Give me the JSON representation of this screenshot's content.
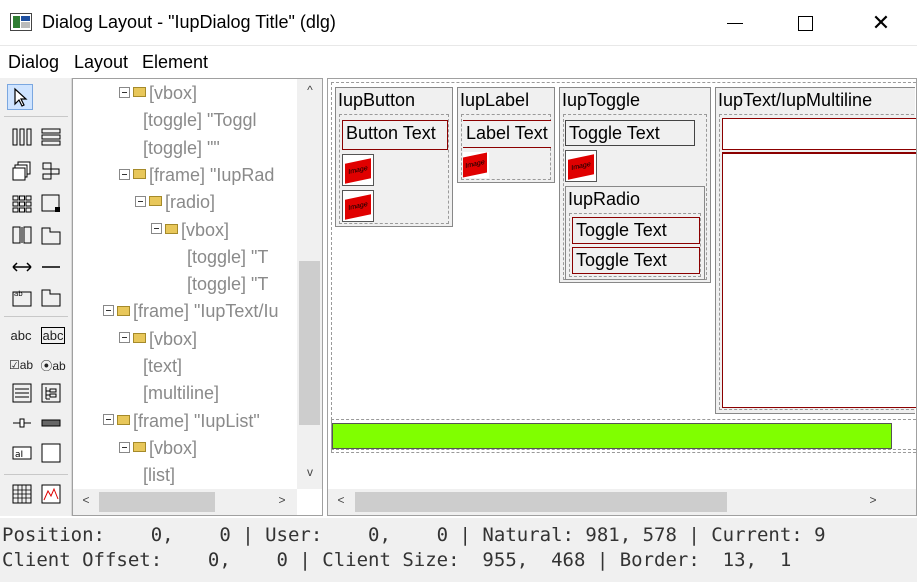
{
  "window": {
    "title": "Dialog Layout - \"IupDialog Title\" (dlg)",
    "close_glyph": "✕"
  },
  "menu": [
    "Dialog",
    "Layout",
    "Element"
  ],
  "toolbox_labels": {
    "text_abc": "abc",
    "text_abc_boxed": "abc",
    "check_ab": "☑ab",
    "radio_ab": "⦿ab",
    "label_a": "aI"
  },
  "tree": {
    "nodes": [
      {
        "label": "[vbox]",
        "expand": true
      },
      {
        "label": "[toggle] \"Toggl",
        "expand": false
      },
      {
        "label": "[toggle] \"\"",
        "expand": false
      },
      {
        "label": "[frame] \"IupRad",
        "expand": true
      },
      {
        "label": "[radio]",
        "expand": true
      },
      {
        "label": "[vbox]",
        "expand": true
      },
      {
        "label": "[toggle] \"T",
        "expand": false
      },
      {
        "label": "[toggle] \"T",
        "expand": false
      },
      {
        "label": "[frame] \"IupText/Iu",
        "expand": true
      },
      {
        "label": "[vbox]",
        "expand": true
      },
      {
        "label": "[text]",
        "expand": false
      },
      {
        "label": "[multiline]",
        "expand": false
      },
      {
        "label": "[frame] \"IupList\"",
        "expand": true
      },
      {
        "label": "[vbox]",
        "expand": true
      },
      {
        "label": "[list]",
        "expand": false
      }
    ]
  },
  "canvas": {
    "frames": {
      "button": {
        "title": "IupButton",
        "button_text": "Button Text"
      },
      "label": {
        "title": "IupLabel",
        "label_text": "Label Text"
      },
      "toggle": {
        "title": "IupToggle",
        "toggle_text": "Toggle Text"
      },
      "radio": {
        "title": "IupRadio",
        "toggle1": "Toggle Text",
        "toggle2": "Toggle Text"
      },
      "text": {
        "title": "IupText/IupMultiline"
      }
    },
    "image_label": "Image",
    "green_color": "#80ff00",
    "scroll_left": "‹",
    "scroll_right": "›"
  },
  "status": {
    "line1": "Position:    0,    0 | User:    0,    0 | Natural: 981, 578 | Current: 9",
    "line2": "Client Offset:    0,    0 | Client Size:  955,  468 | Border:  13,  1"
  },
  "scroll_glyphs": {
    "up": "^",
    "down": "v",
    "left": "<",
    "right": ">"
  }
}
